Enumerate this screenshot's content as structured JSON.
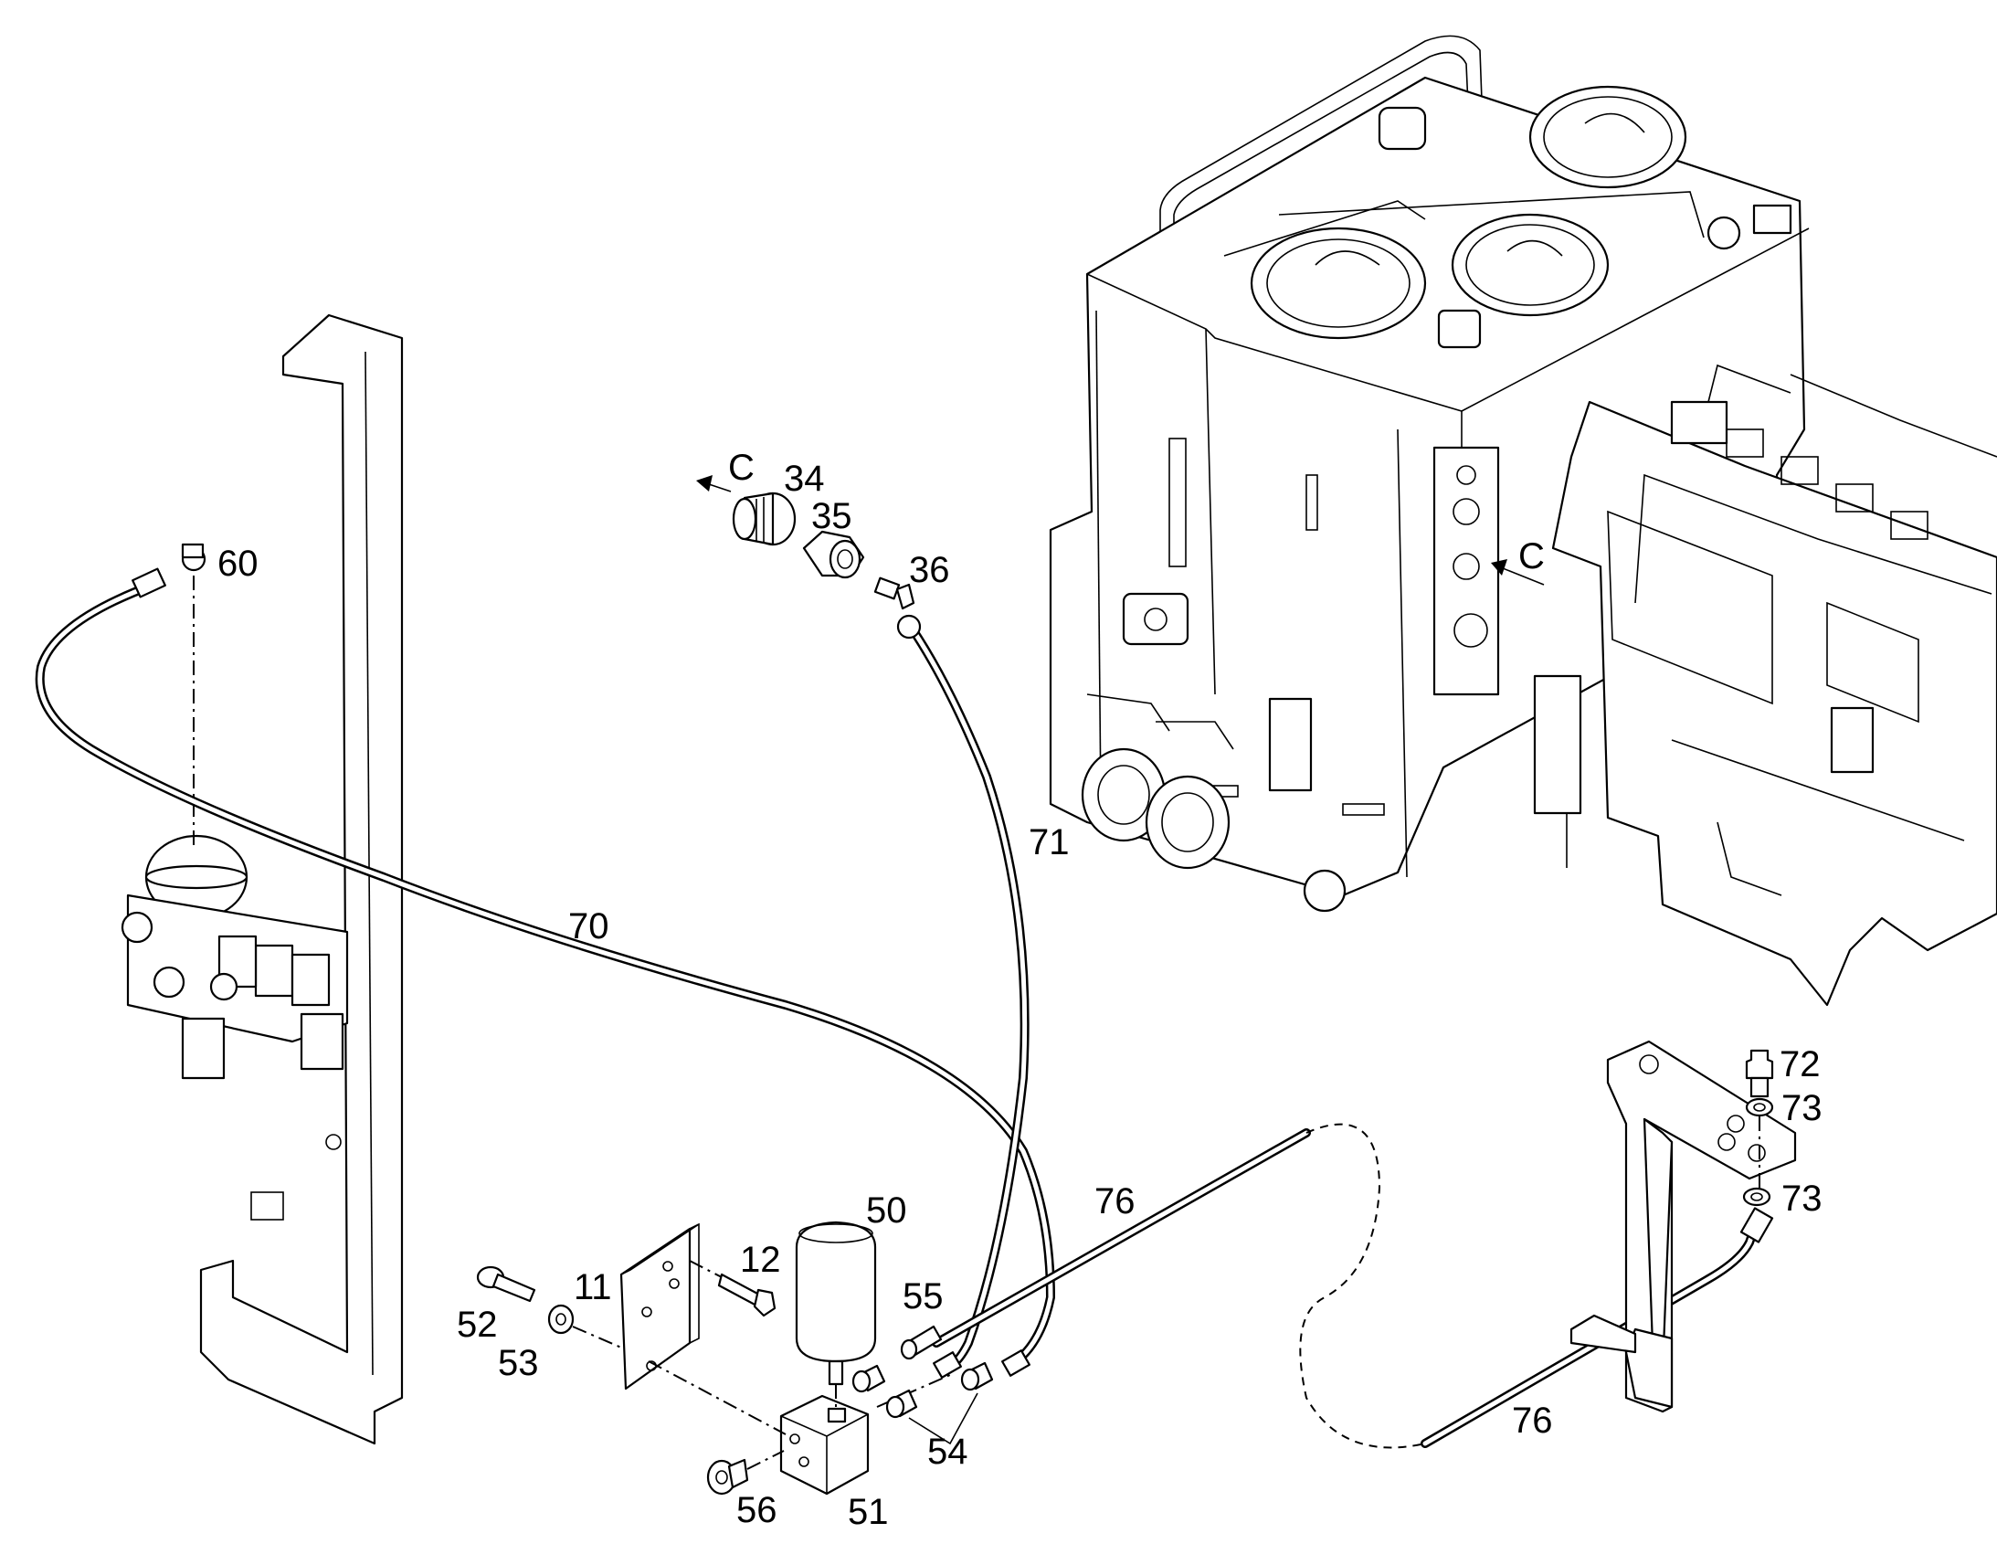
{
  "labels": {
    "p34": "34",
    "p35": "35",
    "p36": "36",
    "p60": "60",
    "p70": "70",
    "p71": "71",
    "p76a": "76",
    "p76b": "76",
    "p50": "50",
    "p12": "12",
    "p11": "11",
    "p52": "52",
    "p53": "53",
    "p55": "55",
    "p54": "54",
    "p56": "56",
    "p51": "51",
    "p72": "72",
    "p73a": "73",
    "p73b": "73",
    "viewC1": "C",
    "viewC2": "C"
  }
}
